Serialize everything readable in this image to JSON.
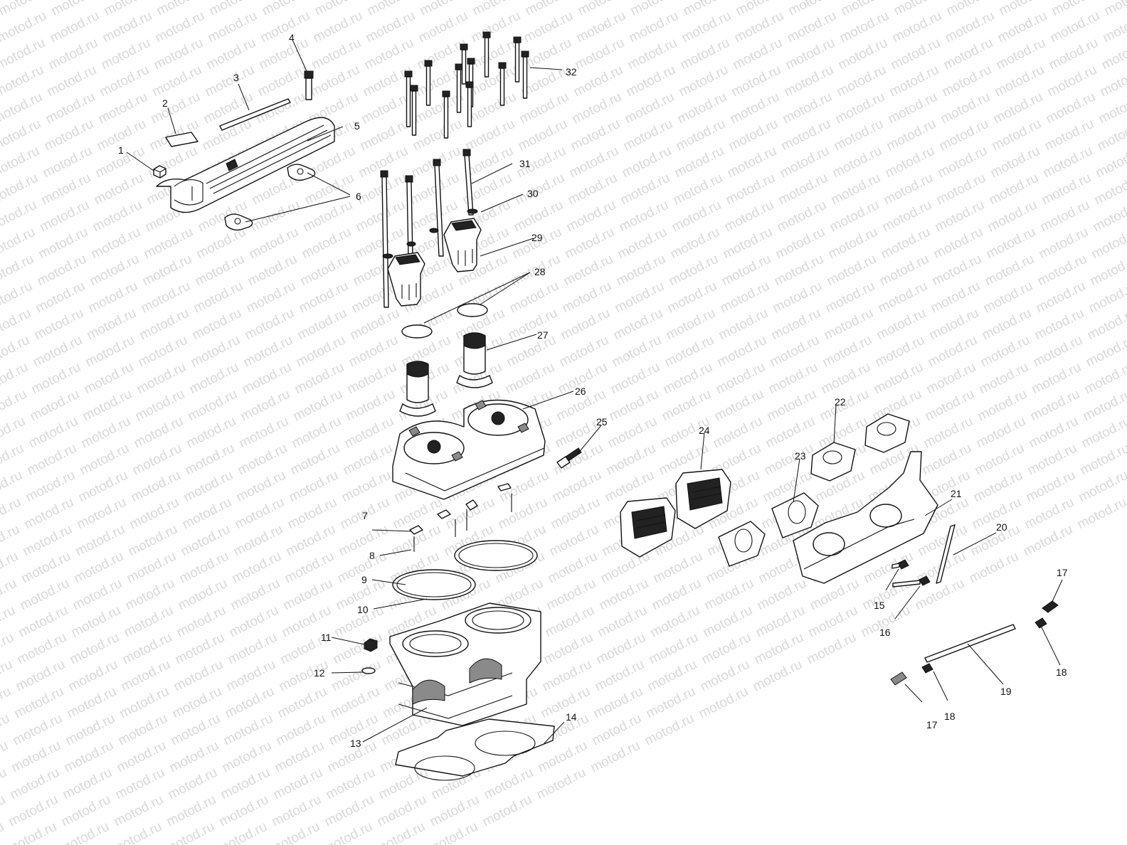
{
  "watermark": {
    "text": "motod.ru"
  },
  "callouts": [
    {
      "id": "1",
      "text": "1"
    },
    {
      "id": "2",
      "text": "2"
    },
    {
      "id": "3",
      "text": "3"
    },
    {
      "id": "4",
      "text": "4"
    },
    {
      "id": "5",
      "text": "5"
    },
    {
      "id": "6",
      "text": "6"
    },
    {
      "id": "7",
      "text": "7"
    },
    {
      "id": "8",
      "text": "8"
    },
    {
      "id": "9",
      "text": "9"
    },
    {
      "id": "10",
      "text": "10"
    },
    {
      "id": "11",
      "text": "11"
    },
    {
      "id": "12",
      "text": "12"
    },
    {
      "id": "13",
      "text": "13"
    },
    {
      "id": "14",
      "text": "14"
    },
    {
      "id": "15",
      "text": "15"
    },
    {
      "id": "16",
      "text": "16"
    },
    {
      "id": "17a",
      "text": "17"
    },
    {
      "id": "17b",
      "text": "17"
    },
    {
      "id": "18a",
      "text": "18"
    },
    {
      "id": "18b",
      "text": "18"
    },
    {
      "id": "19",
      "text": "19"
    },
    {
      "id": "20",
      "text": "20"
    },
    {
      "id": "21",
      "text": "21"
    },
    {
      "id": "22",
      "text": "22"
    },
    {
      "id": "23",
      "text": "23"
    },
    {
      "id": "24",
      "text": "24"
    },
    {
      "id": "25",
      "text": "25"
    },
    {
      "id": "26",
      "text": "26"
    },
    {
      "id": "27",
      "text": "27"
    },
    {
      "id": "28",
      "text": "28"
    },
    {
      "id": "29",
      "text": "29"
    },
    {
      "id": "30",
      "text": "30"
    },
    {
      "id": "31",
      "text": "31"
    },
    {
      "id": "32",
      "text": "32"
    }
  ]
}
